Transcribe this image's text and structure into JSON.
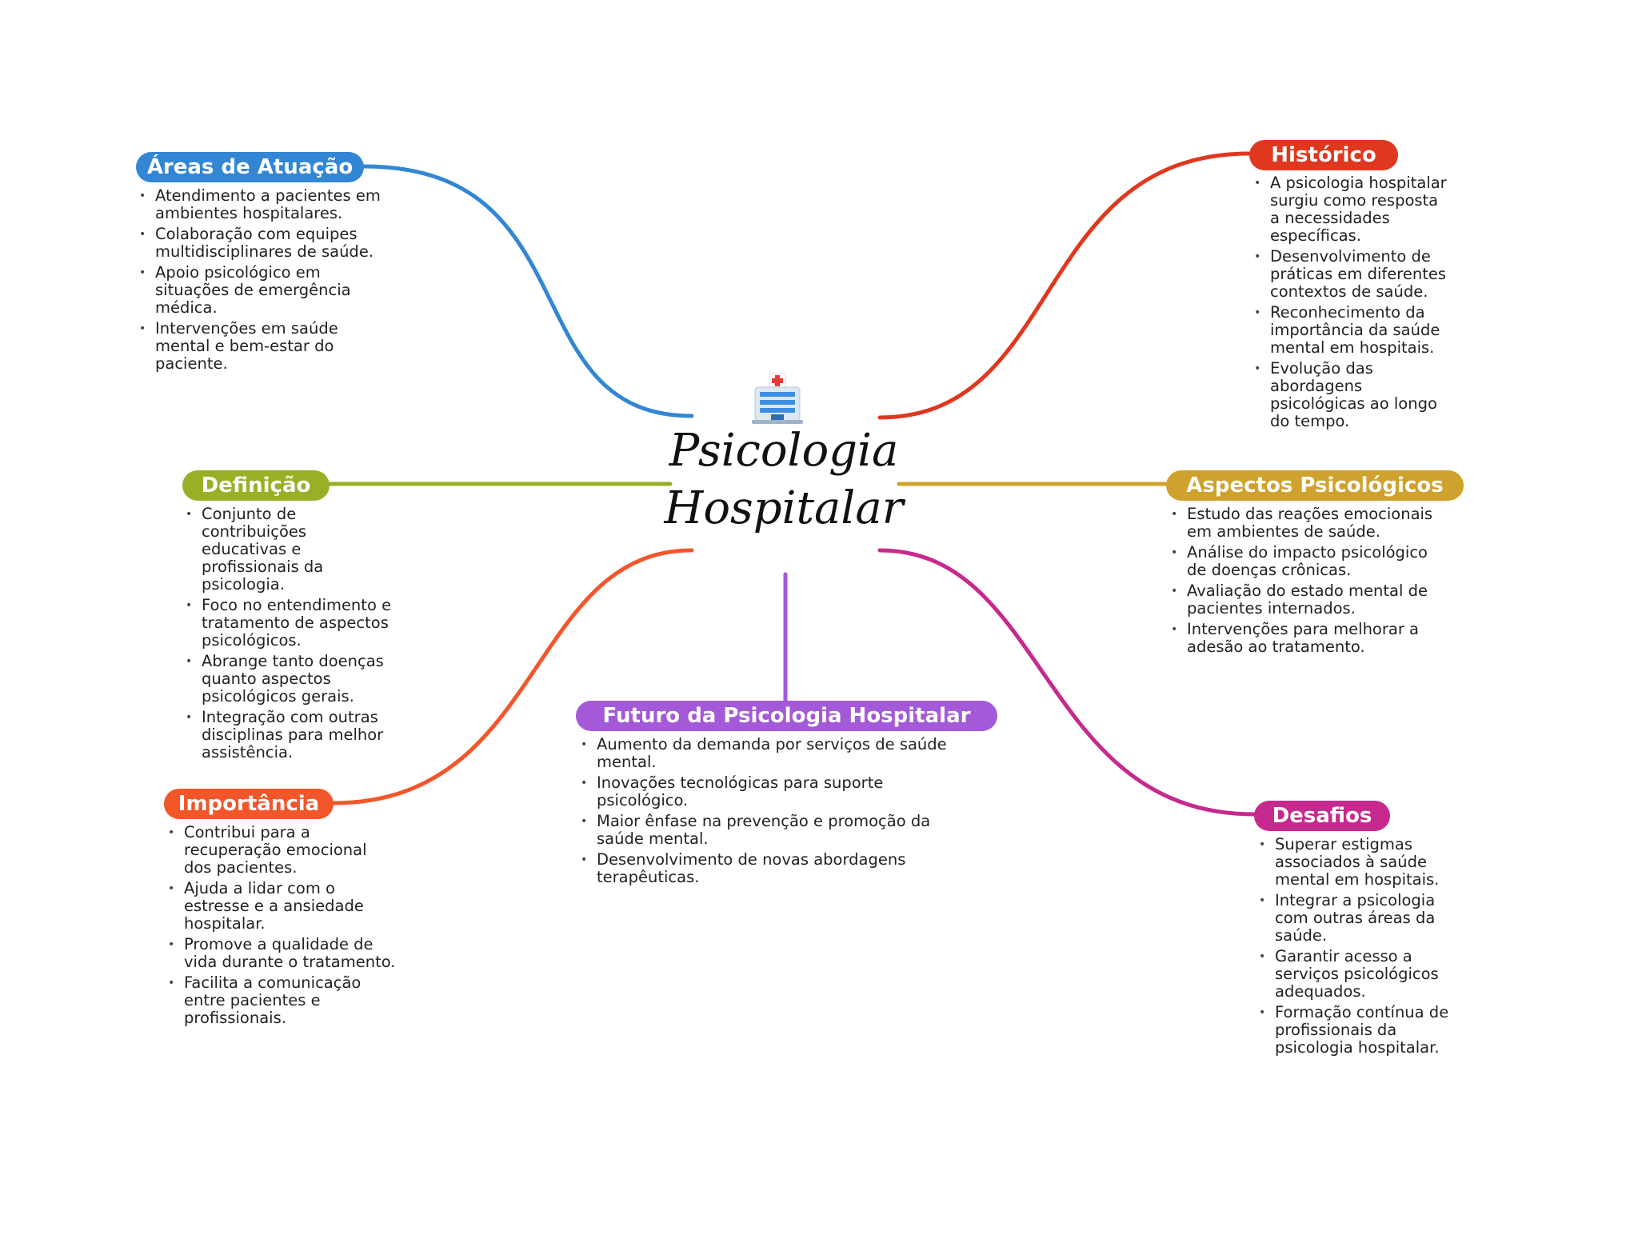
{
  "center": {
    "title_line1": "Psicologia",
    "title_line2": "Hospitalar",
    "icon": "hospital-icon"
  },
  "branches": {
    "areas": {
      "title": "Áreas de Atuação",
      "color": "#3286d4",
      "items": [
        "Atendimento a pacientes em ambientes hospitalares.",
        "Colaboração com equipes multidisciplinares de saúde.",
        "Apoio psicológico em situações de emergência médica.",
        "Intervenções em saúde mental e bem-estar do paciente."
      ]
    },
    "historico": {
      "title": "Histórico",
      "color": "#e0371f",
      "items": [
        "A psicologia hospitalar surgiu como resposta a necessidades específicas.",
        "Desenvolvimento de práticas em diferentes contextos de saúde.",
        "Reconhecimento da importância da saúde mental em hospitais.",
        "Evolução das abordagens psicológicas ao longo do tempo."
      ]
    },
    "definicao": {
      "title": "Definição",
      "color": "#9aaf25",
      "items": [
        "Conjunto de contribuições educativas e profissionais da psicologia.",
        "Foco no entendimento e tratamento de aspectos psicológicos.",
        "Abrange tanto doenças quanto aspectos psicológicos gerais.",
        "Integração com outras disciplinas para melhor assistência."
      ]
    },
    "aspectos": {
      "title": "Aspectos Psicológicos",
      "color": "#cfa22d",
      "items": [
        "Estudo das reações emocionais em ambientes de saúde.",
        "Análise do impacto psicológico de doenças crônicas.",
        "Avaliação do estado mental de pacientes internados.",
        "Intervenções para melhorar a adesão ao tratamento."
      ]
    },
    "importancia": {
      "title": "Importância",
      "color": "#f2562a",
      "items": [
        "Contribui para a recuperação emocional dos pacientes.",
        "Ajuda a lidar com o estresse e a ansiedade hospitalar.",
        "Promove a qualidade de vida durante o tratamento.",
        "Facilita a comunicação entre pacientes e profissionais."
      ]
    },
    "futuro": {
      "title": "Futuro da Psicologia Hospitalar",
      "color": "#a45ad8",
      "items": [
        "Aumento da demanda por serviços de saúde mental.",
        "Inovações tecnológicas para suporte psicológico.",
        "Maior ênfase na prevenção e promoção da saúde mental.",
        "Desenvolvimento de novas abordagens terapêuticas."
      ]
    },
    "desafios": {
      "title": "Desafios",
      "color": "#c62a8e",
      "items": [
        "Superar estigmas associados à saúde mental em hospitais.",
        "Integrar a psicologia com outras áreas da saúde.",
        "Garantir acesso a serviços psicológicos adequados.",
        "Formação contínua de profissionais da psicologia hospitalar."
      ]
    }
  }
}
